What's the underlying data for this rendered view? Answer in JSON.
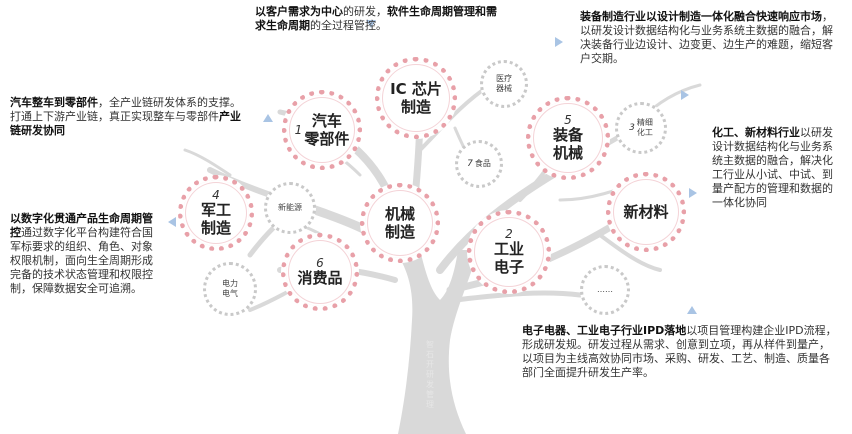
{
  "tree_caption": "智石开研发管理",
  "nodes": {
    "auto": {
      "num": "1",
      "label": "汽车\n零部件"
    },
    "electronics": {
      "num": "2",
      "label": "工业\n电子"
    },
    "chemical": {
      "num": "3",
      "label": "精细\n化工"
    },
    "military": {
      "num": "4",
      "label": "军工\n制造"
    },
    "equipment": {
      "num": "5",
      "label": "装备\n机械"
    },
    "consumer": {
      "num": "6",
      "label": "消费品"
    },
    "food": {
      "num": "7",
      "label": "食品"
    },
    "ic": {
      "label": "IC 芯片\n制造"
    },
    "machinery": {
      "label": "机械\n制造"
    },
    "new_material": {
      "label": "新材料"
    },
    "medical": {
      "label": "医疗\n器械"
    },
    "new_energy": {
      "label": "新能源"
    },
    "power": {
      "label": "电力\n电气"
    },
    "more": {
      "label": "……"
    }
  },
  "texts": {
    "top": {
      "bold1": "以客户需求为中心",
      "t1": "的研发，",
      "bold2": "软件生命周期管理和需求生命周期",
      "t2": "的全过程管控。"
    },
    "auto": {
      "bold1": "汽车整车到零部件",
      "t1": "，全产业链研发体系的支撑。打通上下游产业链，真正实现整车与零部件",
      "bold2": "产业链研发协同"
    },
    "equipment": {
      "bold1": "装备制造行业以设计制造一体化融合快速响应市场",
      "t1": "，以研发设计数据结构化与业务系统主数据的融合，解决装备行业边设计、边变更、边生产的难题，缩短客户交期。"
    },
    "chemical": {
      "bold1": "化工、新材料行业",
      "t1": "以研发设计数据结构化与业务系统主数据的融合，解决化工行业从小试、中试、到量产配方的管理和数据的一体化协同"
    },
    "military": {
      "bold1": "以数字化贯通产品生命周期管控",
      "t1": "通过数字化平台构建符合国军标要求的组织、角色、对象权限机制，面向生全周期形成完备的技术状态管理和权限控制，保障数据安全可追溯。"
    },
    "electronics": {
      "bold1": "电子电器、工业电子行业IPD落地",
      "t1": "以项目管理构建企业IPD流程，形成研发规。研发过程从需求、创意到立项，再从样件到量产，以项目为主线高效协同市场、采购、研发、工艺、制造、质量各部门全面提升研发生产率。"
    }
  },
  "colors": {
    "tree": "#d9d9d9",
    "big_circle_border": "#e8a0a8",
    "small_circle_border": "#c9c9c9",
    "arrow": "#a9c4e4"
  }
}
